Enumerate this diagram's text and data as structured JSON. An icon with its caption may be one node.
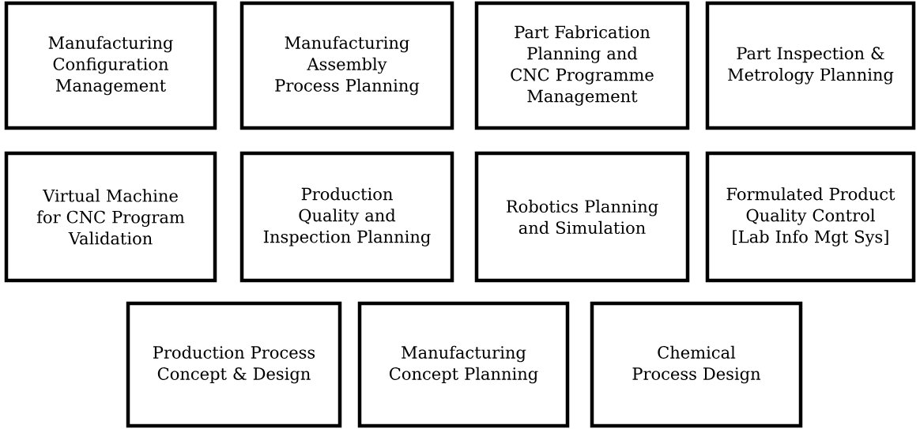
{
  "diagram": {
    "nodes": [
      {
        "text": [
          "Manufacturing Configuration Management"
        ]
      },
      {
        "text": [
          "Manufacturing Assembly Process Planning"
        ]
      },
      {
        "text": [
          "Part Fabrication Planning and CNC Programme Management"
        ]
      },
      {
        "text": [
          "Part Inspection & Metrology Planning"
        ]
      },
      {
        "text": [
          "Virtual Machine for CNC Program Validation"
        ]
      },
      {
        "text": [
          "Production Quality and Inspection Planning"
        ]
      },
      {
        "text": [
          "Robotics Planning and Simulation"
        ]
      },
      {
        "text": [
          "Formulated Product Quality Control [Lab Info Mgt Sys]"
        ]
      },
      {
        "text": [
          "Production Process Concept & Design"
        ]
      },
      {
        "text": [
          "Manufacturing Concept Planning"
        ]
      },
      {
        "text": [
          "Chemical Process Design"
        ]
      }
    ]
  }
}
